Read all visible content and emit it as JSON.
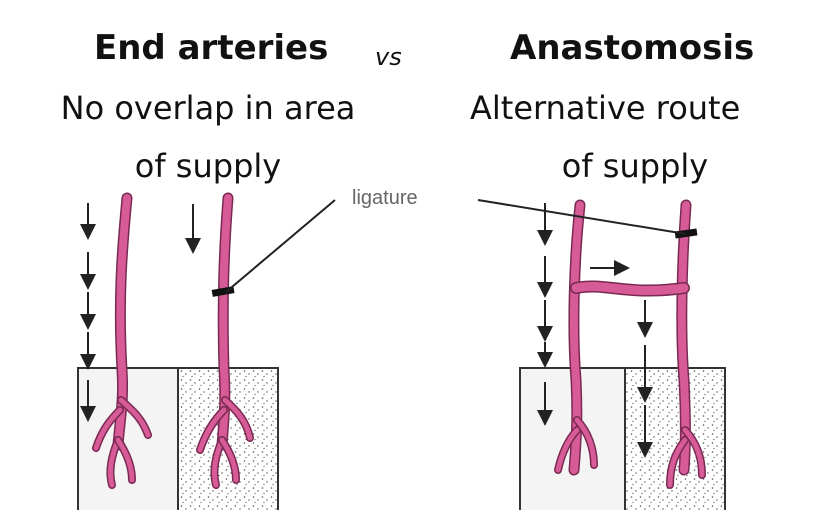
{
  "left": {
    "title": "End arteries",
    "subtitle_line1": "No overlap in area",
    "subtitle_line2": "of supply"
  },
  "vs": "vs",
  "right": {
    "title": "Anastomosis",
    "subtitle_line1": "Alternative route",
    "subtitle_line2": "of supply"
  },
  "diagram": {
    "ligature_label": "ligature",
    "artery_color": "#d65b97",
    "artery_outline": "#7a2a52",
    "box_outline": "#333333",
    "stipple_color": "#555555"
  }
}
